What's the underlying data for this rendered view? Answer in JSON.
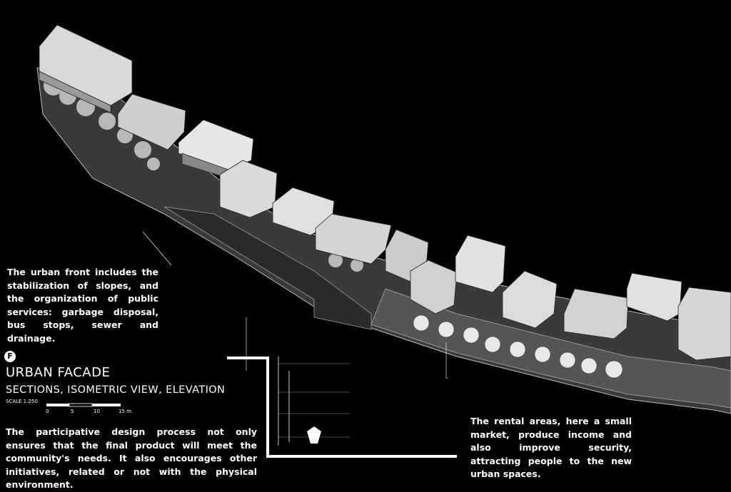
{
  "badge": "F",
  "title": "URBAN FACADE",
  "subtitle": "SECTIONS, ISOMETRIC VIEW, ELEVATION",
  "scale": {
    "label": "SCALE 1:250",
    "ticks": [
      "0",
      "5",
      "10",
      "15 m."
    ]
  },
  "notes": {
    "urban_front": "The urban front includes the stabilization of slopes, and the organization of public services: garbage disposal, bus stops, sewer and drainage.",
    "participative": "The participative design process not only ensures that the final product will meet the community's needs.  It also encourages other initiatives, related or not with the physical environment.",
    "rental": "The rental areas, here a small market, produce income and also improve security, attracting people to the new urban spaces."
  },
  "colors": {
    "background": "#000000",
    "ink": "#ffffff",
    "building_fill": "#d9d9d9"
  }
}
